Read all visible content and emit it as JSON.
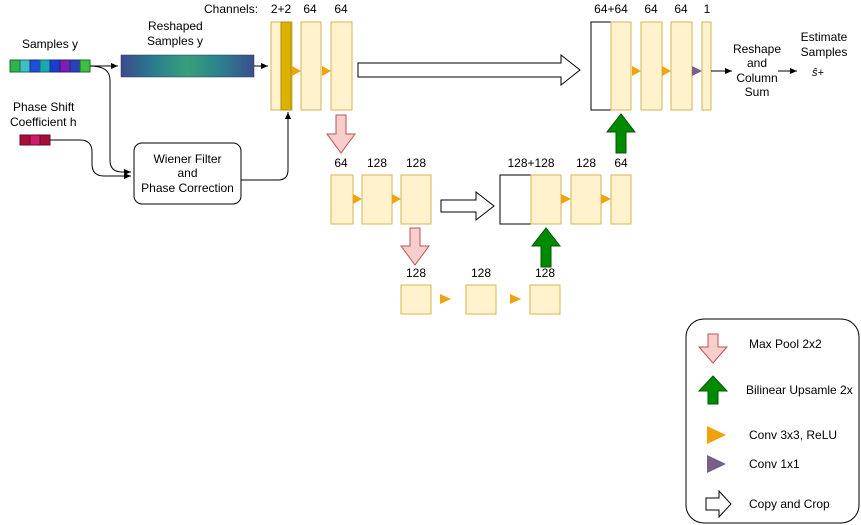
{
  "inputs": {
    "samples_label": "Samples y",
    "phase_label_1": "Phase Shift",
    "phase_label_2": "Coefficient h",
    "reshaped_label_1": "Reshaped",
    "reshaped_label_2": "Samples y"
  },
  "wiener": {
    "line1": "Wiener Filter",
    "line2": "and",
    "line3": "Phase Correction"
  },
  "channels_prefix": "Channels:",
  "level1_channels": [
    "2+2",
    "64",
    "64"
  ],
  "level2_channels": [
    "64",
    "128",
    "128"
  ],
  "level3_channels": [
    "128",
    "128",
    "128"
  ],
  "up2_channels": [
    "128+128",
    "128",
    "64"
  ],
  "up1_channels": [
    "64+64",
    "64",
    "64",
    "1"
  ],
  "reshape": {
    "line1": "Reshape",
    "line2": "and",
    "line3": "Column",
    "line4": "Sum"
  },
  "estimate": {
    "line1": "Estimate",
    "line2": "Samples",
    "symbol": "ŝ+"
  },
  "legend": {
    "maxpool": "Max Pool 2x2",
    "upsample": "Bilinear Upsamle 2x",
    "conv3": "Conv 3x3, ReLU",
    "conv1": "Conv 1x1",
    "copy": "Copy and Crop"
  },
  "colors": {
    "block_fill": "#fff2cc",
    "block_stroke": "#d6b656",
    "concat_block": "#d9b300",
    "maxpool_arrow": "#f8cecc",
    "upsample_arrow": "#008a00",
    "conv3_triangle": "#f0a30a",
    "conv1_triangle": "#76608a"
  }
}
